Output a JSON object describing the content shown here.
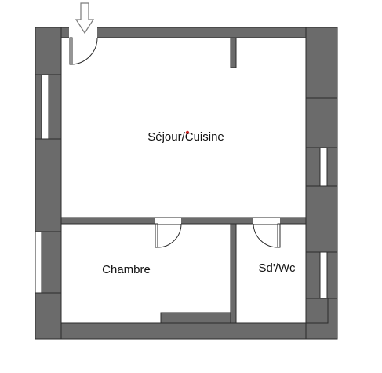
{
  "plan": {
    "rooms": [
      {
        "key": "sejour",
        "label": "Séjour/Cuisine"
      },
      {
        "key": "chambre",
        "label": "Chambre"
      },
      {
        "key": "sdwc",
        "label": "Sd'/Wc"
      }
    ],
    "colors": {
      "wall": "#6b6b6b",
      "wall_outline": "#2b2b2b",
      "floor": "#ffffff",
      "label": "#111111",
      "marker": "#d21f1f"
    },
    "entrance_icon": "entrance-arrow-icon"
  }
}
